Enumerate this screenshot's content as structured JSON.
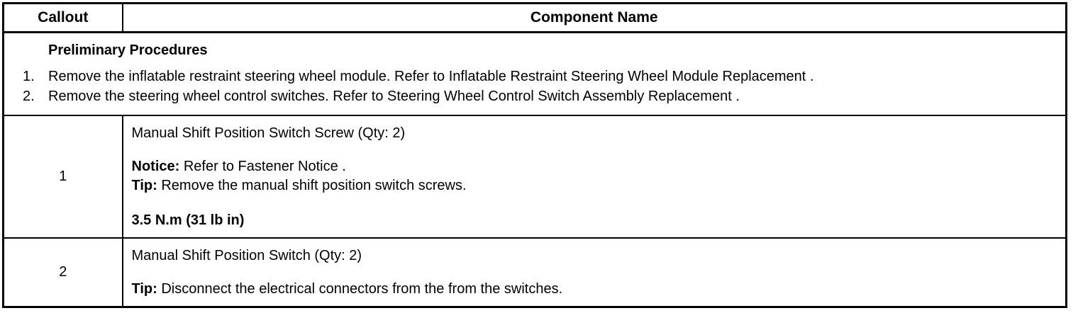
{
  "table": {
    "headers": {
      "callout": "Callout",
      "component_name": "Component Name"
    },
    "preliminary": {
      "title": "Preliminary Procedures",
      "steps": [
        {
          "num": "1.",
          "text": "Remove the inflatable restraint steering wheel module. Refer to Inflatable Restraint Steering Wheel Module Replacement ."
        },
        {
          "num": "2.",
          "text": "Remove the steering wheel control switches. Refer to Steering Wheel Control Switch Assembly Replacement ."
        }
      ]
    },
    "rows": [
      {
        "callout": "1",
        "name": "Manual Shift Position Switch Screw (Qty: 2)",
        "notice_label": "Notice:",
        "notice_text": " Refer to Fastener Notice .",
        "tip_label": "Tip:",
        "tip_text": " Remove the manual shift position switch screws.",
        "torque": "3.5 N.m (31 lb in)"
      },
      {
        "callout": "2",
        "name": "Manual Shift Position Switch (Qty: 2)",
        "tip_label": "Tip:",
        "tip_text": " Disconnect the electrical connectors from the from the switches."
      }
    ]
  },
  "colors": {
    "border": "#000000",
    "text": "#000000",
    "background": "#ffffff"
  }
}
